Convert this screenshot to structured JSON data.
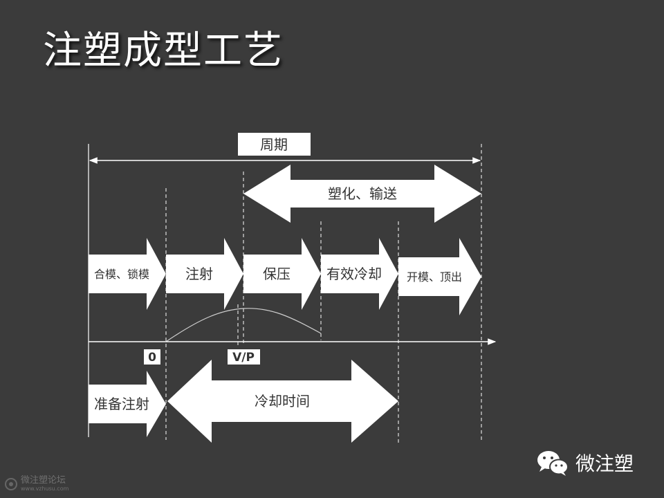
{
  "title": "注塑成型工艺",
  "cycle_label": "周期",
  "plastication_label": "塑化、输送",
  "phases": [
    "合模、锁模",
    "注射",
    "保压",
    "有效冷却",
    "开模、顶出"
  ],
  "marker_zero": "0",
  "marker_vp": "V/P",
  "prep_label": "准备注射",
  "cooling_time_label": "冷却时间",
  "watermark": {
    "brand": "微注塑",
    "forum_name": "微注塑论坛",
    "forum_url": "www.vzhusu.com",
    "brand_icon": "wechat-icon",
    "forum_icon": "forum-logo-icon"
  },
  "colors": {
    "background": "#3b3b3b",
    "foreground": "#ffffff",
    "diagram_text": "#333333"
  }
}
